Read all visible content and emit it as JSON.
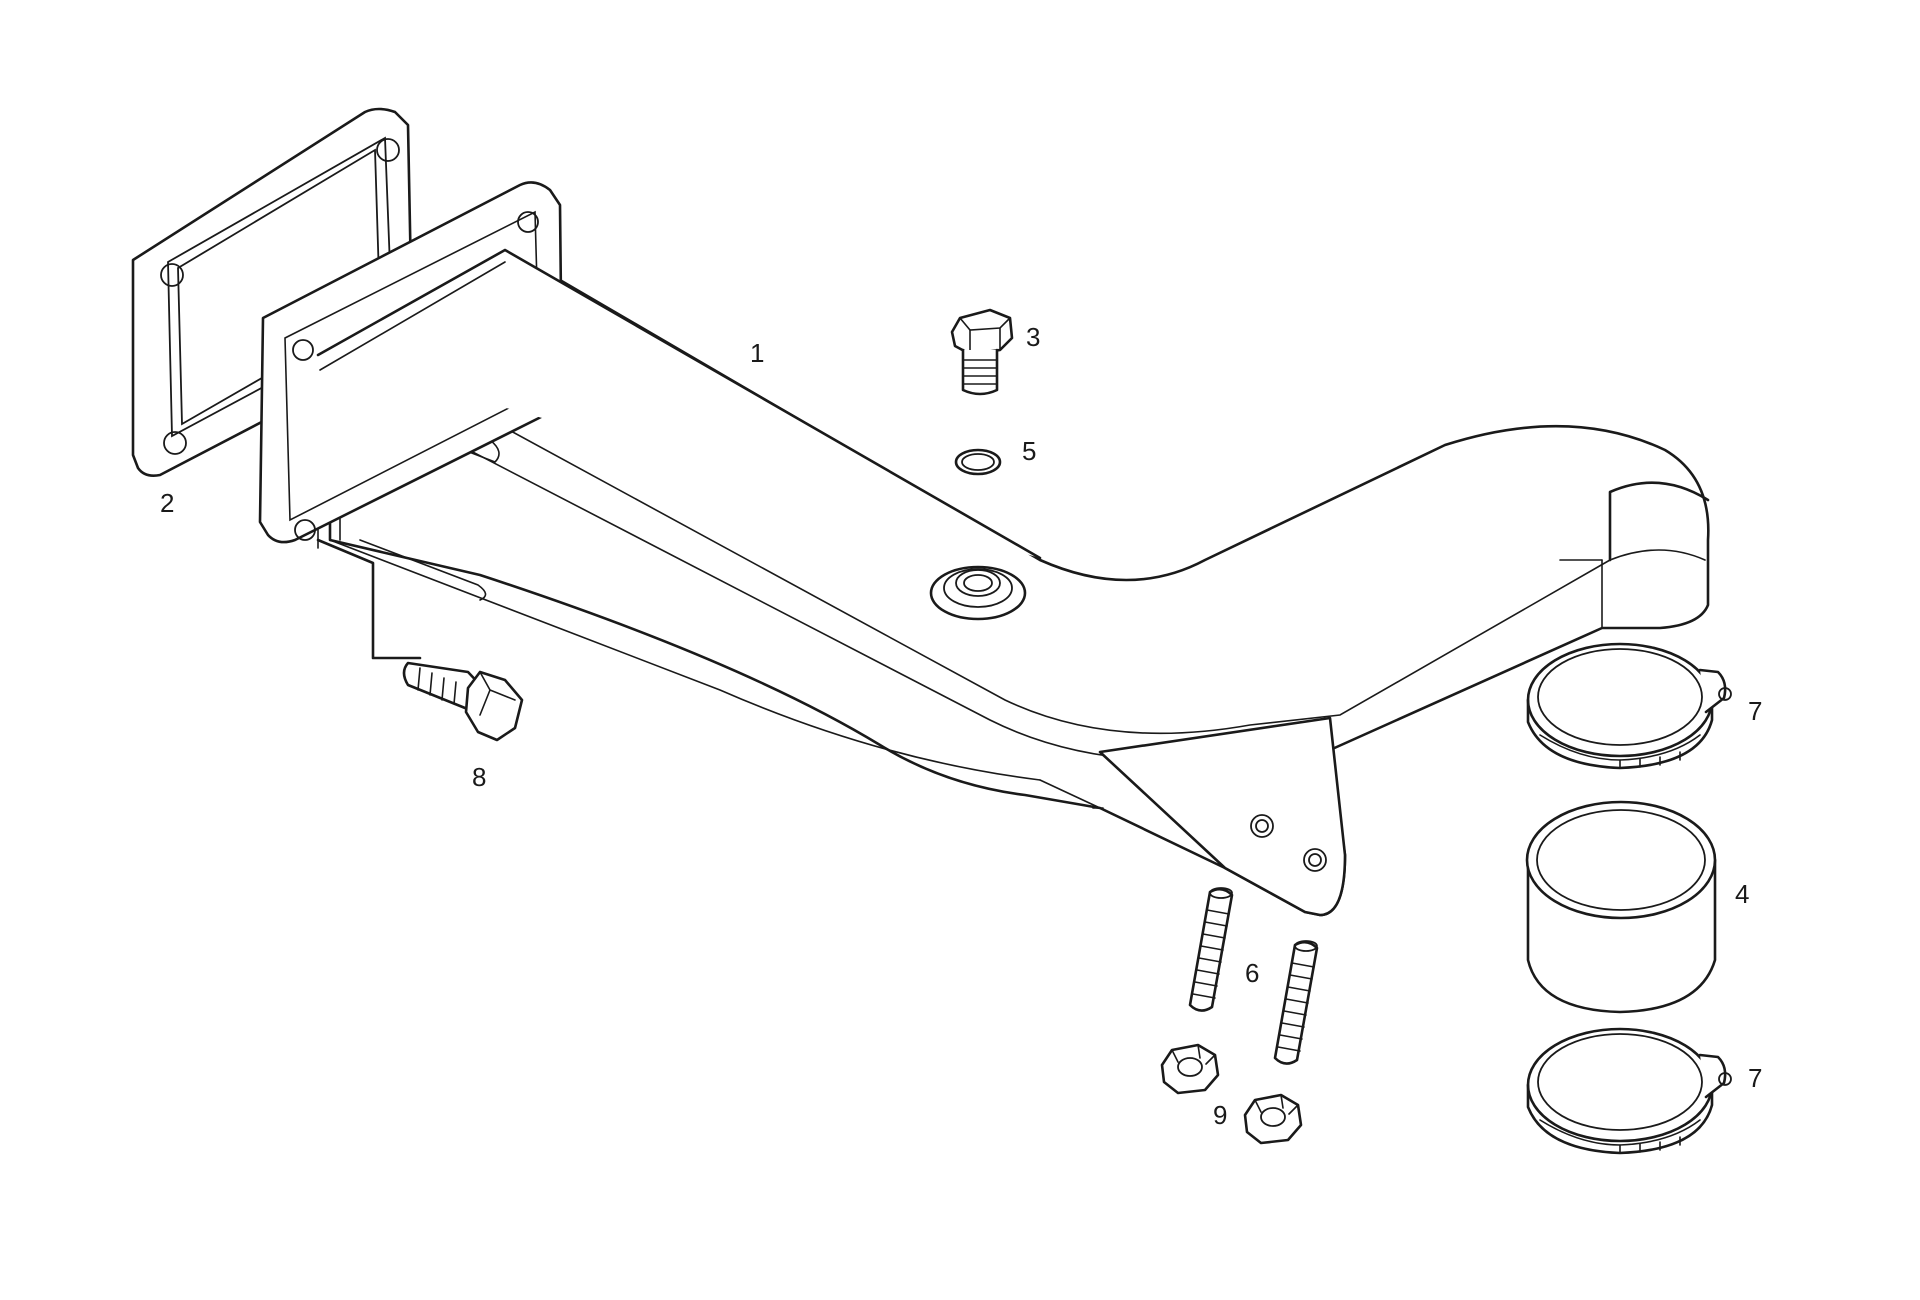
{
  "diagram": {
    "callouts": [
      {
        "id": "1",
        "label": "1"
      },
      {
        "id": "2",
        "label": "2"
      },
      {
        "id": "3",
        "label": "3"
      },
      {
        "id": "4",
        "label": "4"
      },
      {
        "id": "5",
        "label": "5"
      },
      {
        "id": "6",
        "label": "6"
      },
      {
        "id": "7a",
        "label": "7"
      },
      {
        "id": "7b",
        "label": "7"
      },
      {
        "id": "8",
        "label": "8"
      },
      {
        "id": "9",
        "label": "9"
      }
    ]
  }
}
